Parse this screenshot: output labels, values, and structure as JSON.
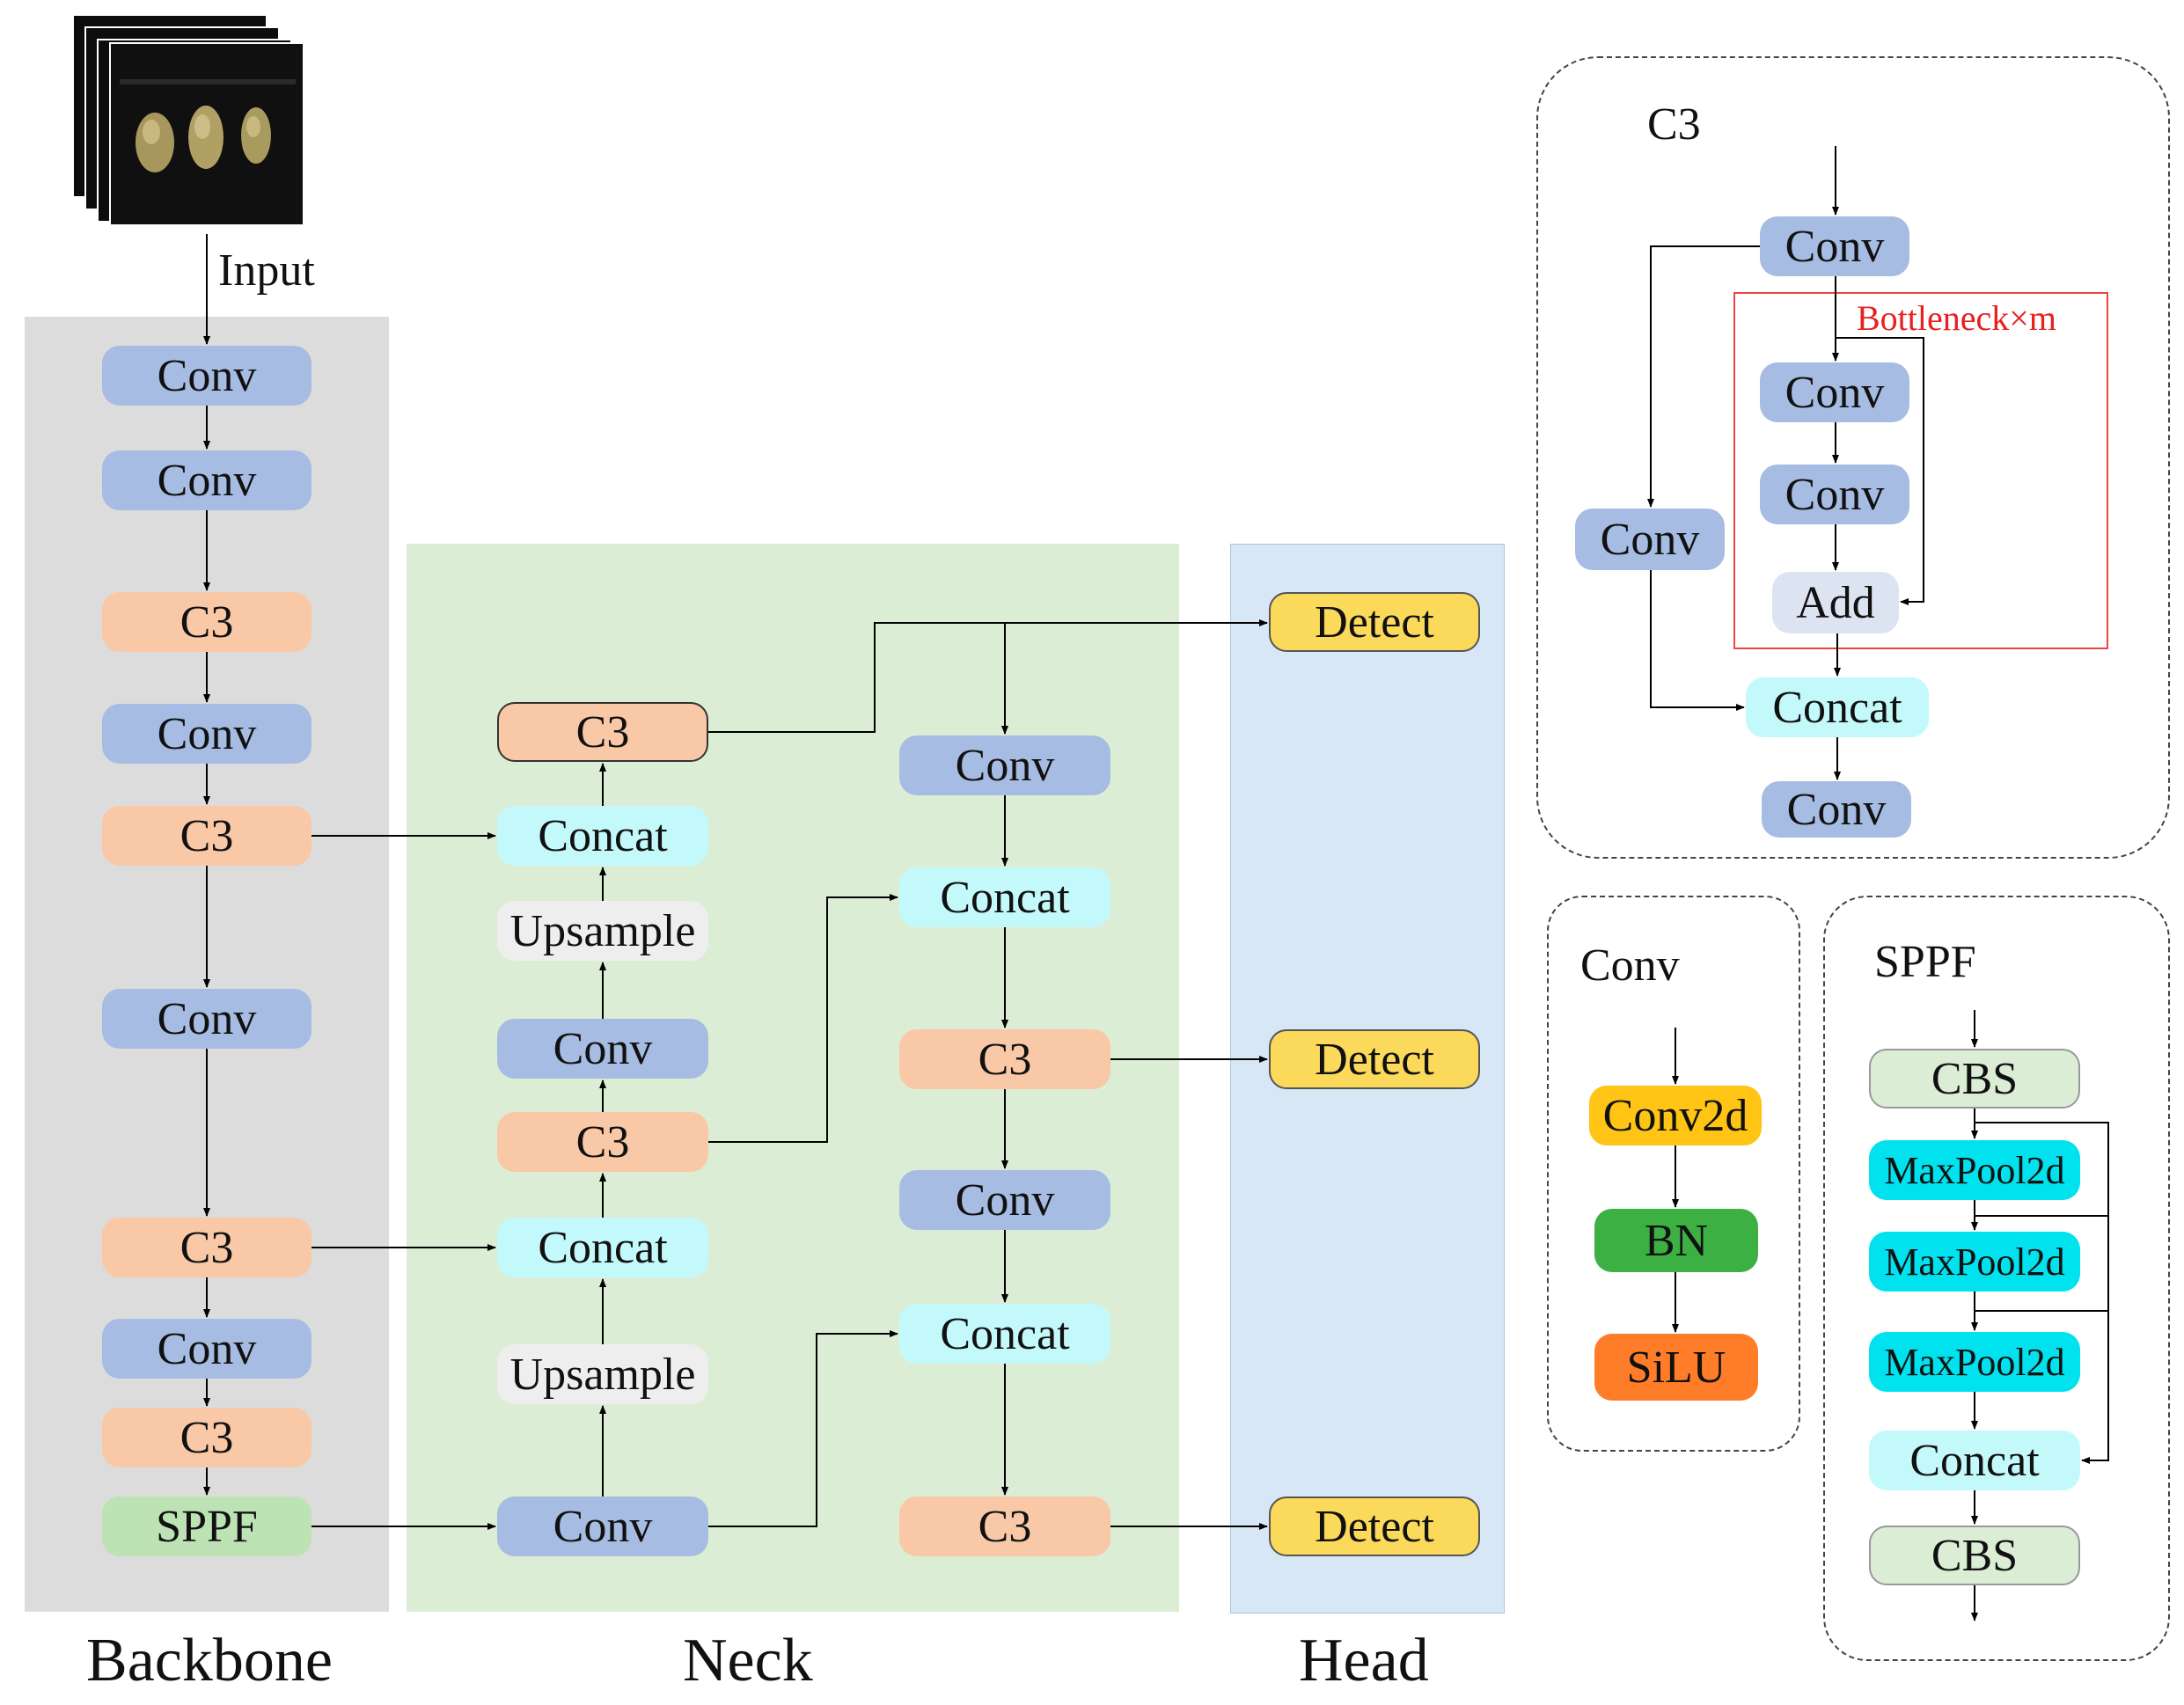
{
  "main": {
    "input_label": "Input",
    "sections": {
      "backbone": "Backbone",
      "neck": "Neck",
      "head": "Head"
    },
    "backbone": [
      "Conv",
      "Conv",
      "C3",
      "Conv",
      "C3",
      "Conv",
      "C3",
      "Conv",
      "C3",
      "SPPF"
    ],
    "neck": {
      "up": [
        "C3",
        "Concat",
        "Upsample",
        "Conv",
        "C3",
        "Concat",
        "Upsample",
        "Conv"
      ],
      "down": [
        "Conv",
        "Concat",
        "C3",
        "Conv",
        "Concat",
        "C3"
      ]
    },
    "head": [
      "Detect",
      "Detect",
      "Detect"
    ]
  },
  "c3_module": {
    "title": "C3",
    "conv_top": "Conv",
    "bottleneck_label": "Bottleneck×m",
    "conv_b1": "Conv",
    "conv_b2": "Conv",
    "add": "Add",
    "conv_side": "Conv",
    "concat": "Concat",
    "conv_out": "Conv"
  },
  "conv_module": {
    "title": "Conv",
    "conv2d": "Conv2d",
    "bn": "BN",
    "silu": "SiLU"
  },
  "sppf_module": {
    "title": "SPPF",
    "cbs_in": "CBS",
    "maxpool": [
      "MaxPool2d",
      "MaxPool2d",
      "MaxPool2d"
    ],
    "concat": "Concat",
    "cbs_out": "CBS"
  },
  "colors": {
    "conv": "#a7bce2",
    "c3": "#f9c8a6",
    "concat": "#c4f9fb",
    "upsample": "#eeeeee",
    "sppf": "#bde2b4",
    "detect": "#fbd95a",
    "backbone_bg": "#dcdcdc",
    "neck_bg": "#dcedd6",
    "head_bg": "#d8e7f6",
    "bottleneck_border": "#ee4444",
    "conv2d": "#ffc414",
    "bn": "#3cb043",
    "silu": "#ff7c29",
    "maxpool": "#00e2ee",
    "cbs": "#dcedd6"
  }
}
